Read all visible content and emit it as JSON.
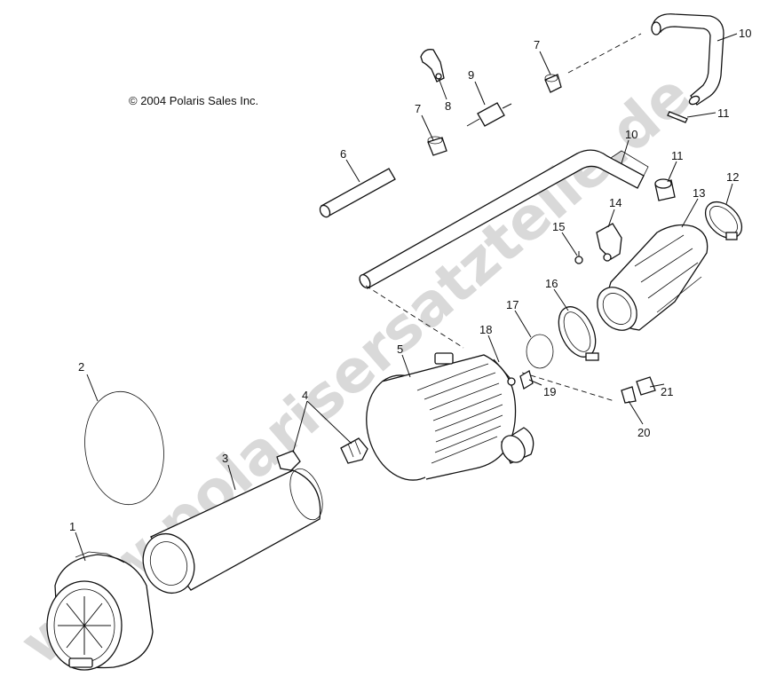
{
  "copyright": "© 2004 Polaris Sales Inc.",
  "watermark": "www.polarisersatzteile.de",
  "callouts": [
    {
      "id": "c1",
      "text": "1"
    },
    {
      "id": "c2",
      "text": "2"
    },
    {
      "id": "c3",
      "text": "3"
    },
    {
      "id": "c4",
      "text": "4"
    },
    {
      "id": "c5",
      "text": "5"
    },
    {
      "id": "c6",
      "text": "6"
    },
    {
      "id": "c7a",
      "text": "7"
    },
    {
      "id": "c7b",
      "text": "7"
    },
    {
      "id": "c8",
      "text": "8"
    },
    {
      "id": "c9",
      "text": "9"
    },
    {
      "id": "c10a",
      "text": "10"
    },
    {
      "id": "c10b",
      "text": "10"
    },
    {
      "id": "c11a",
      "text": "11"
    },
    {
      "id": "c11b",
      "text": "11"
    },
    {
      "id": "c12",
      "text": "12"
    },
    {
      "id": "c13",
      "text": "13"
    },
    {
      "id": "c14",
      "text": "14"
    },
    {
      "id": "c15",
      "text": "15"
    },
    {
      "id": "c16",
      "text": "16"
    },
    {
      "id": "c17",
      "text": "17"
    },
    {
      "id": "c18",
      "text": "18"
    },
    {
      "id": "c19",
      "text": "19"
    },
    {
      "id": "c20",
      "text": "20"
    },
    {
      "id": "c21",
      "text": "21"
    }
  ]
}
